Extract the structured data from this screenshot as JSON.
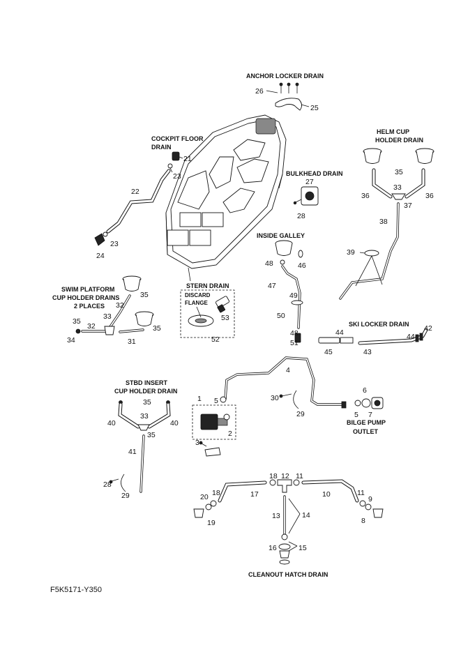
{
  "sections": {
    "anchor_locker_drain": "ANCHOR LOCKER DRAIN",
    "cockpit_floor_drain_1": "COCKPIT FLOOR",
    "cockpit_floor_drain_2": "DRAIN",
    "helm_cup_holder_drain_1": "HELM CUP",
    "helm_cup_holder_drain_2": "HOLDER DRAIN",
    "bulkhead_drain": "BULKHEAD DRAIN",
    "inside_galley": "INSIDE GALLEY",
    "swim_platform_1": "SWIM PLATFORM",
    "swim_platform_2": "CUP HOLDER DRAINS",
    "swim_platform_3": "2 PLACES",
    "stern_drain": "STERN DRAIN",
    "discard_1": "DISCARD",
    "discard_2": "FLANGE",
    "ski_locker_drain": "SKI LOCKER DRAIN",
    "stbd_insert_1": "STBD INSERT",
    "stbd_insert_2": "CUP HOLDER DRAIN",
    "bilge_pump_1": "BILGE PUMP",
    "bilge_pump_2": "OUTLET",
    "cleanout_hatch_drain": "CLEANOUT HATCH DRAIN"
  },
  "callouts": {
    "n1": "1",
    "n2": "2",
    "n3": "3",
    "n4": "4",
    "n5a": "5",
    "n5b": "5",
    "n6": "6",
    "n7": "7",
    "n8": "8",
    "n9": "9",
    "n10": "10",
    "n11a": "11",
    "n11b": "11",
    "n12": "12",
    "n13": "13",
    "n14": "14",
    "n15": "15",
    "n16": "16",
    "n17": "17",
    "n18a": "18",
    "n18b": "18",
    "n19": "19",
    "n20": "20",
    "n21": "21",
    "n22": "22",
    "n23a": "23",
    "n23b": "23",
    "n24": "24",
    "n25": "25",
    "n26": "26",
    "n27": "27",
    "n28a": "28",
    "n28b": "28",
    "n29a": "29",
    "n29b": "29",
    "n30": "30",
    "n31": "31",
    "n32a": "32",
    "n32b": "32",
    "n33a": "33",
    "n33b": "33",
    "n33c": "33",
    "n34": "34",
    "n35a": "35",
    "n35b": "35",
    "n35c": "35",
    "n35d": "35",
    "n35e": "35",
    "n35f": "35",
    "n36a": "36",
    "n36b": "36",
    "n37": "37",
    "n38": "38",
    "n39": "39",
    "n40a": "40",
    "n40b": "40",
    "n41": "41",
    "n42": "42",
    "n43": "43",
    "n44a": "44",
    "n44b": "44",
    "n45": "45",
    "n46": "46",
    "n47": "47",
    "n48a": "48",
    "n48b": "48",
    "n49": "49",
    "n50": "50",
    "n51": "51",
    "n52": "52",
    "n53": "53"
  },
  "figure_code": "F5K5171-Y350"
}
